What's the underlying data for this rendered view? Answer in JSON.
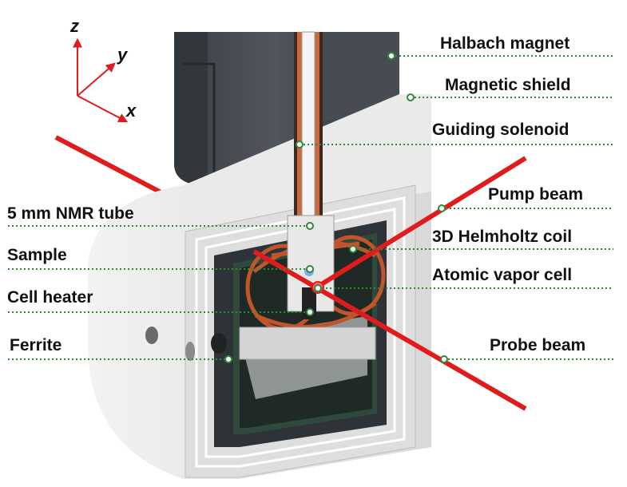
{
  "axes": {
    "z": "z",
    "y": "y",
    "x": "x"
  },
  "labels": {
    "halbach_magnet": "Halbach magnet",
    "magnetic_shield": "Magnetic shield",
    "guiding_solenoid": "Guiding solenoid",
    "pump_beam": "Pump beam",
    "helmholtz_coil": "3D Helmholtz coil",
    "vapor_cell": "Atomic vapor cell",
    "probe_beam": "Probe beam",
    "nmr_tube": "5 mm NMR tube",
    "sample": "Sample",
    "cell_heater": "Cell heater",
    "ferrite": "Ferrite"
  },
  "colors": {
    "leader": "#2f8a38",
    "beam": "#e01b1b",
    "coil": "#c0542a",
    "ferrite": "#2e4436",
    "axis": "#e01b1b"
  }
}
